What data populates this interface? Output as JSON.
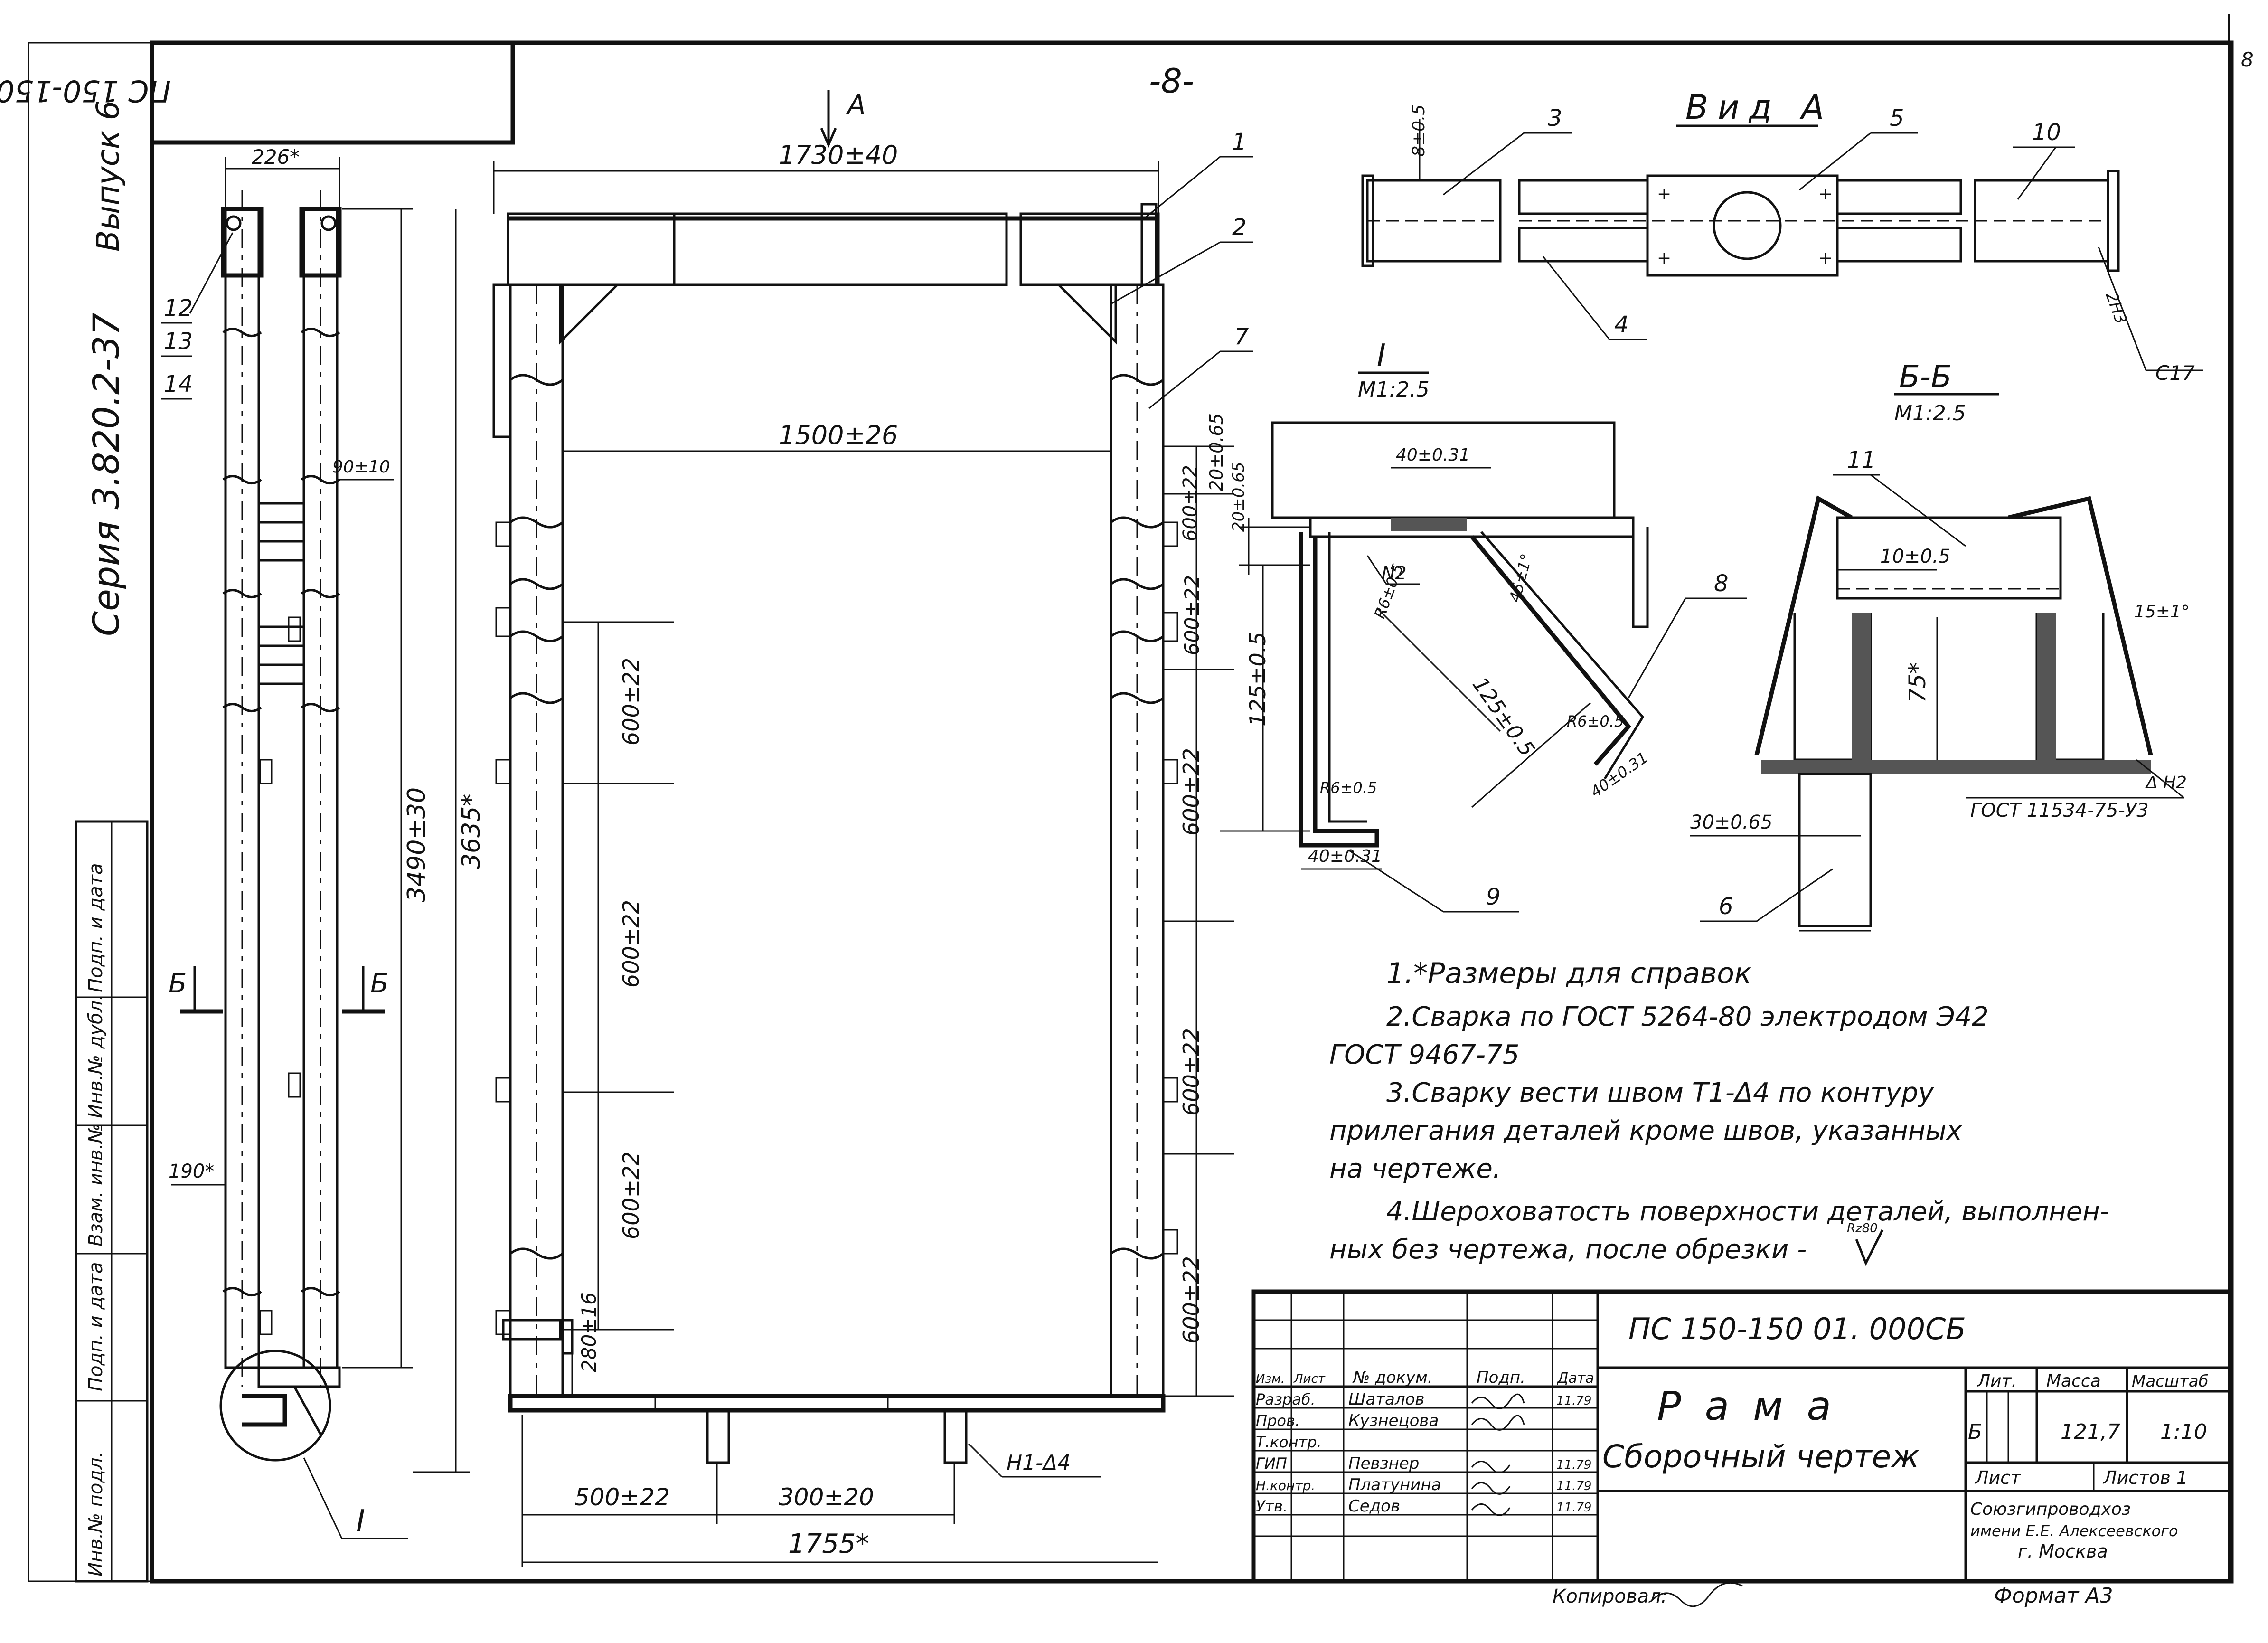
{
  "sheet": {
    "page_number": "-8-",
    "corner_number": "8",
    "stamp_code": "ПС 150-150.01.000СБ",
    "vertical_issue": "Выпуск 6",
    "vertical_series": "Серия 3.820.2-37"
  },
  "margin_table": {
    "cols": [
      "Инв.№ подл.",
      "Подп. и дата",
      "Взам. инв.№",
      "Инв.№ дубл.",
      "Подп. и дата"
    ]
  },
  "left_view": {
    "dim_top": "226*",
    "dim_inner": "90±10",
    "dim_total": "3490±30",
    "dim_ref": "3635*",
    "dim_side": "190*",
    "section_mark_left": "Б",
    "section_mark_right": "Б",
    "callouts": [
      "12",
      "13",
      "14"
    ],
    "detail_mark": "I"
  },
  "main_view": {
    "view_arrow": "А",
    "dim_top": "1730±40",
    "dim_inner": "1500±26",
    "dims_left": [
      "600±22",
      "600±22",
      "600±22",
      "280±16"
    ],
    "dims_right": [
      "20±0.65",
      "600±22",
      "600±22",
      "600±22",
      "600±22",
      "600±22"
    ],
    "dim_bottom_1": "500±22",
    "dim_bottom_2": "300±20",
    "dim_bottom_total": "1755*",
    "weld_label": "Н1-Δ4",
    "callouts": [
      "1",
      "2",
      "7"
    ]
  },
  "view_a": {
    "title": "Вид А",
    "dim": "8±0.5",
    "callouts": [
      "3",
      "5",
      "10",
      "4"
    ],
    "weld": "2Н3",
    "weld_ref": "С17"
  },
  "detail_i": {
    "title": "I",
    "scale": "М1:2.5",
    "dims": [
      "40±0.31",
      "20±0.65",
      "125±0.5",
      "R6±0.5",
      "125±0.5",
      "R6±0.5",
      "R6±0.5",
      "40±0.31",
      "40±0.31",
      "45±1°"
    ],
    "weld": "N2",
    "callouts": [
      "8",
      "9"
    ]
  },
  "section_bb": {
    "title": "Б-Б",
    "scale": "М1:2.5",
    "dims": [
      "10±0.5",
      "75*",
      "15±1°",
      "30±0.65"
    ],
    "weld": "Δ Н2",
    "gost": "ГОСТ 11534-75-У3",
    "callouts": [
      "11",
      "6"
    ]
  },
  "notes": [
    "1.*Размеры для справок",
    "2.Сварка по ГОСТ 5264-80 электродом Э42",
    "ГОСТ 9467-75",
    "3.Сварку вести швом Т1-Δ4 по контуру",
    "прилегания деталей кроме швов, указанных",
    "на чертеже.",
    "4.Шероховатость поверхности деталей, выполнен-",
    "ных без чертежа, после обрезки - ",
    "Rz80"
  ],
  "title_block": {
    "doc_code": "ПС 150-150 01. 000СБ",
    "name_1": "Рама",
    "name_2": "Сборочный чертеж",
    "hdr": [
      "Изм.",
      "Лист",
      "№ докум.",
      "Подп.",
      "Дата"
    ],
    "roles": [
      "Разраб.",
      "Пров.",
      "Т.контр.",
      "ГИП",
      "Н.контр.",
      "Утв."
    ],
    "people": [
      "Шаталов",
      "Кузнецова",
      "",
      "Певзнер",
      "Платунина",
      "Седов"
    ],
    "dates": [
      "11.79",
      "",
      "",
      "11.79",
      "11.79",
      "11.79"
    ],
    "lit_label": "Лит.",
    "mass_label": "Масса",
    "scale_label": "Масштаб",
    "lit_value": "Б",
    "mass_value": "121,7",
    "scale_value": "1:10",
    "sheet_label": "Лист",
    "sheets_label": "Листов 1",
    "org_1": "Союзгипроводхоз",
    "org_2": "имени Е.Е. Алексеевского",
    "org_3": "г. Москва",
    "copied": "Копировал:",
    "format": "Формат А3"
  }
}
